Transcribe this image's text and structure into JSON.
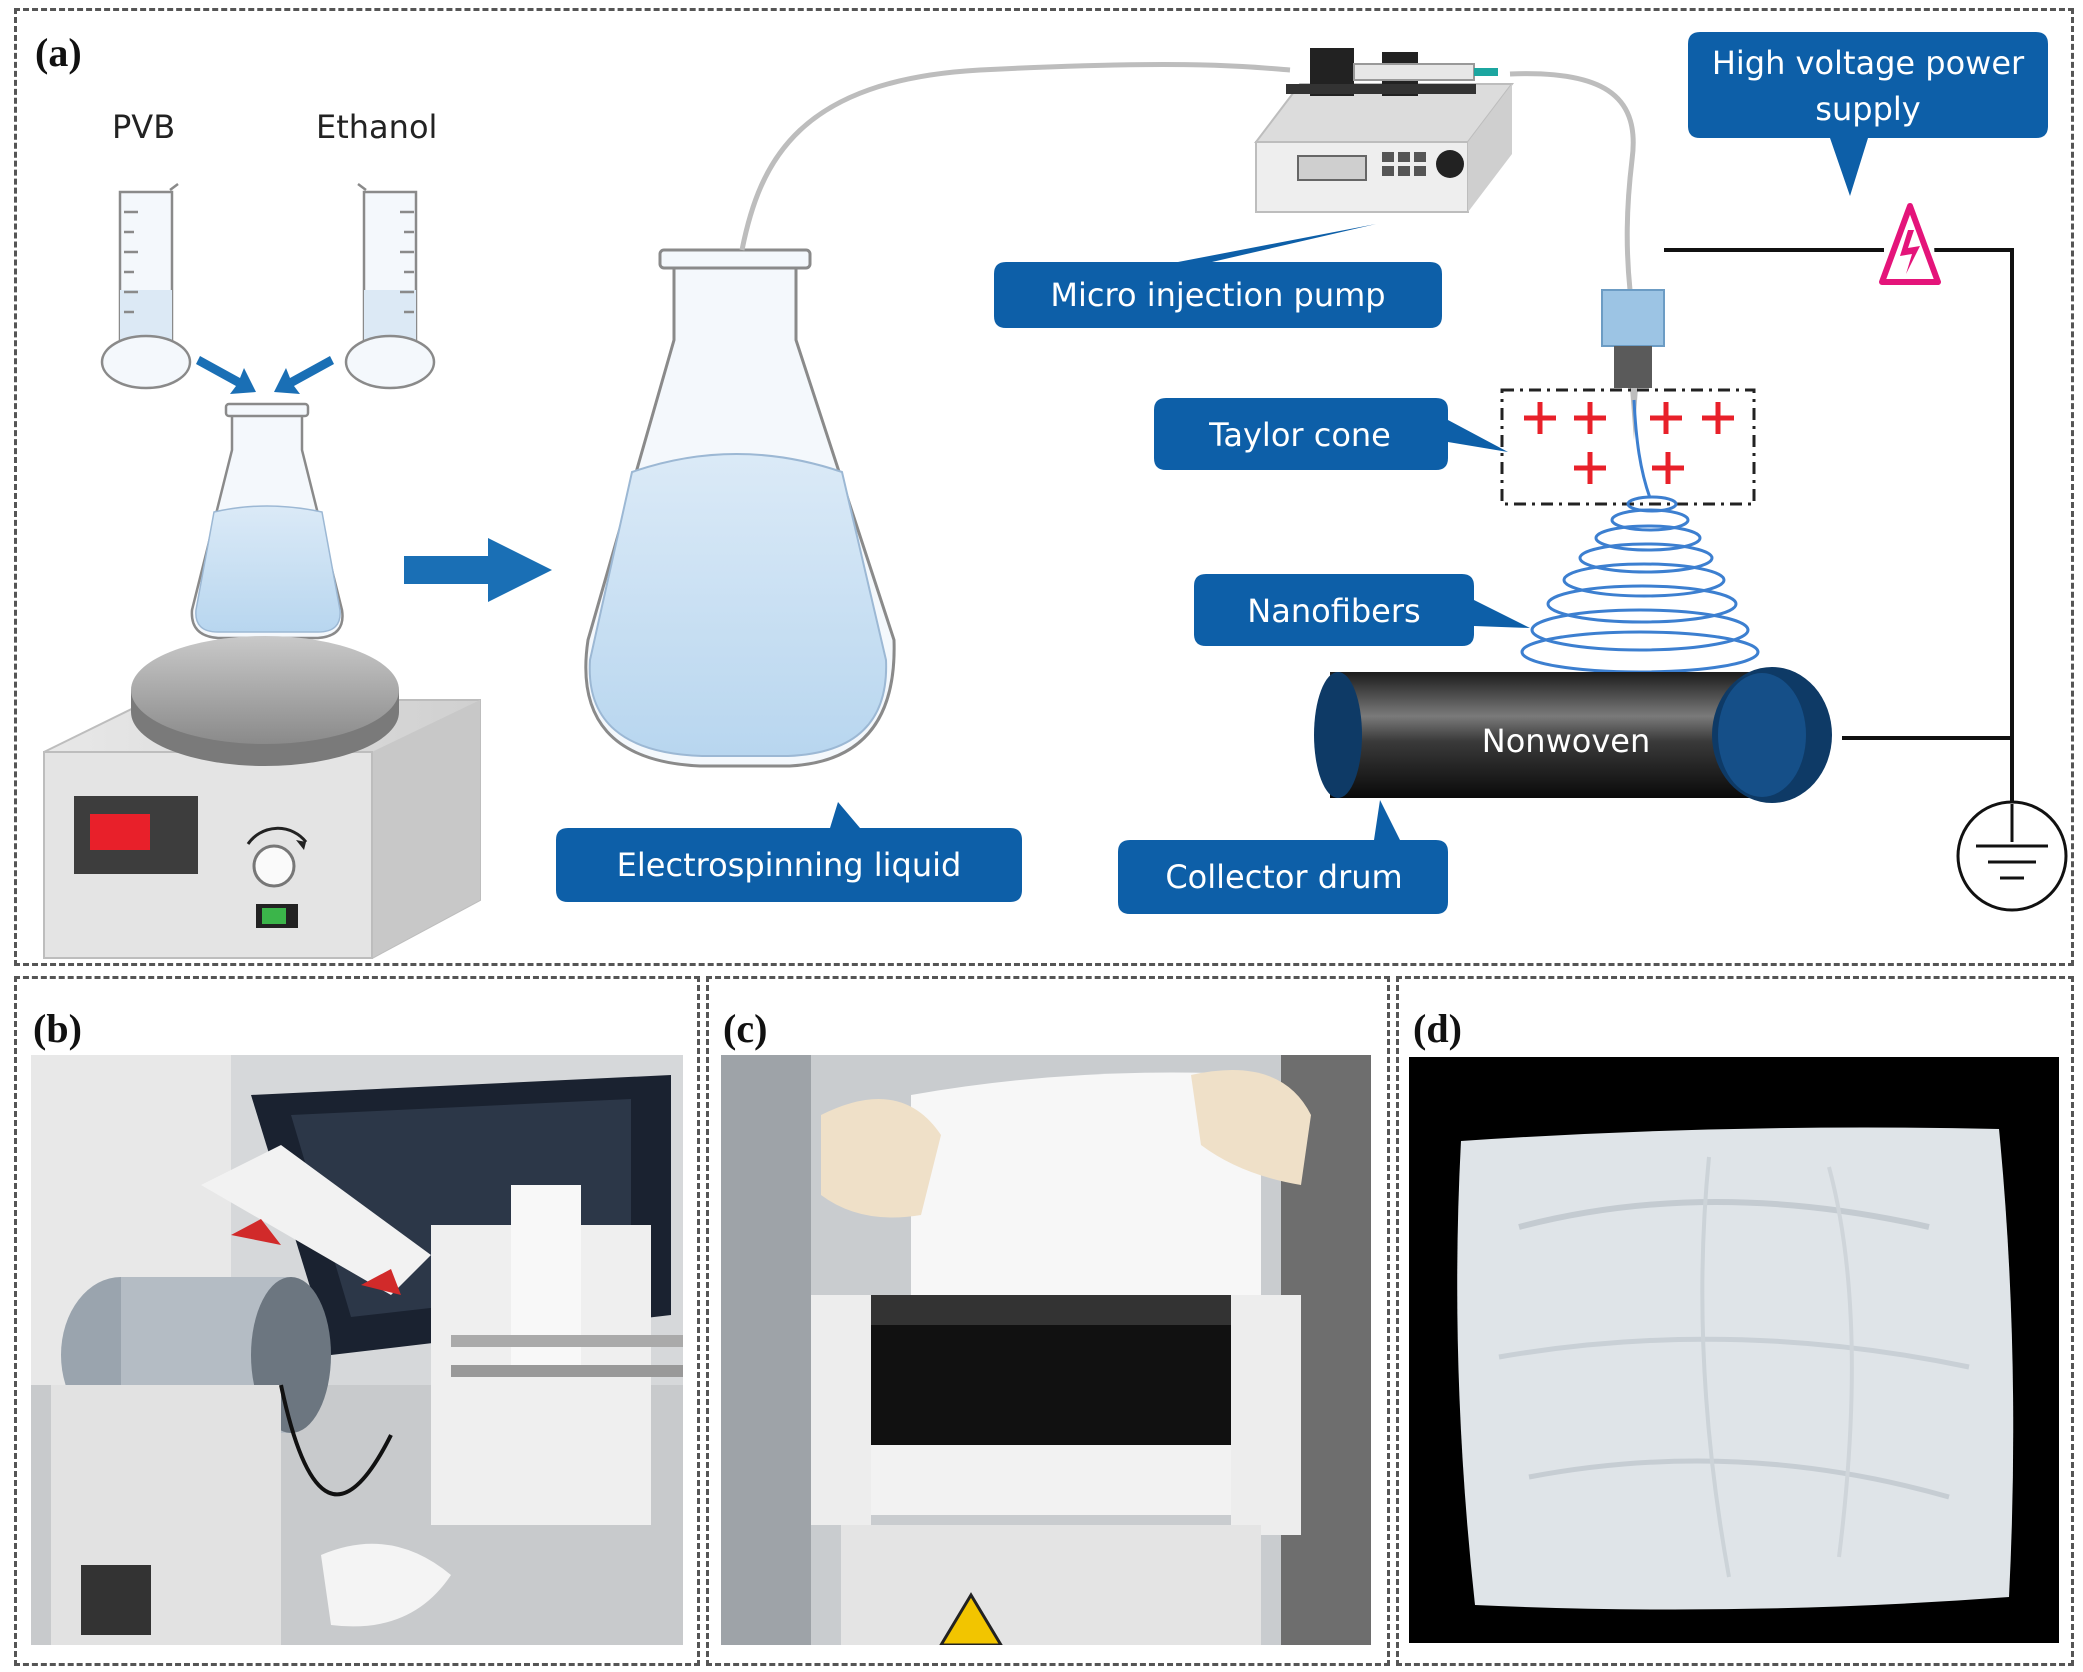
{
  "panels": {
    "a": {
      "label": "(a)"
    },
    "b": {
      "label": "(b)"
    },
    "c": {
      "label": "(c)"
    },
    "d": {
      "label": "(d)"
    }
  },
  "reagents": {
    "pvb": "PVB",
    "ethanol": "Ethanol"
  },
  "callouts": {
    "high_voltage": [
      "High voltage power",
      "supply"
    ],
    "micro_pump": "Micro injection pump",
    "taylor_cone": "Taylor cone",
    "nanofibers": "Nanofibers",
    "collector": "Collector drum",
    "liquid": "Electrospinning liquid"
  },
  "drum_text": "Nonwoven",
  "colors": {
    "callout_blue": "#0d5fa8",
    "arrow_blue": "#1a6fb5",
    "charge_red": "#e8202a",
    "warning_pink": "#e4147a",
    "display_red": "#e8202a",
    "switch_green": "#3bb54a"
  },
  "icons": [
    "high-voltage-warning-icon",
    "ground-icon"
  ]
}
